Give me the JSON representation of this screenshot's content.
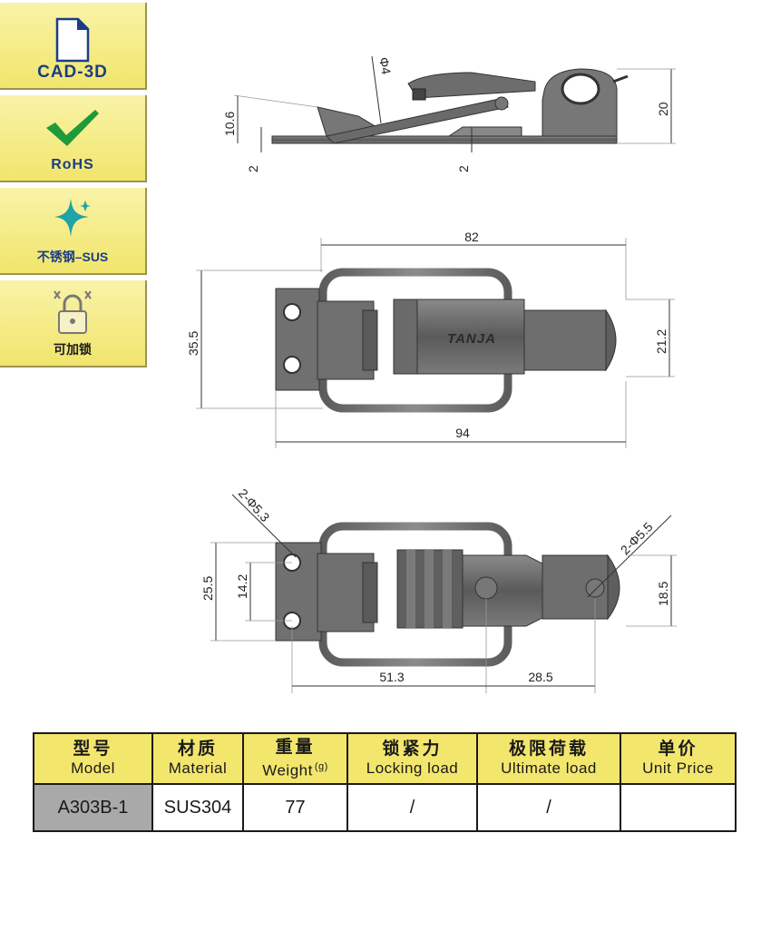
{
  "badges": {
    "cad": "CAD-3D",
    "rohs": "RoHS",
    "sus": "不锈钢–SUS",
    "lockable": "可加锁"
  },
  "colors": {
    "badge_fill": "#f3e66d",
    "badge_text": "#1b3d86",
    "check_green": "#1f9a3a",
    "star_teal": "#1fa4a8",
    "model_cell": "#a9a9a9"
  },
  "drawing": {
    "side_view": {
      "phi4": "Φ4",
      "d10_6": "10.6",
      "d2a": "2",
      "d2b": "2",
      "d20": "20"
    },
    "top_view": {
      "d82": "82",
      "d35_5": "35.5",
      "d21_2": "21.2",
      "d94": "94",
      "brand": "TANJA"
    },
    "bottom_view": {
      "hole_left": "2-Φ5.3",
      "hole_right": "2-Φ5.5",
      "d25_5": "25.5",
      "d14_2": "14.2",
      "d18_5": "18.5",
      "d51_3": "51.3",
      "d28_5": "28.5"
    }
  },
  "table": {
    "headers": [
      {
        "zh": "型号",
        "en": "Model"
      },
      {
        "zh": "材质",
        "en": "Material"
      },
      {
        "zh": "重量",
        "en": "Weight",
        "unit": "(g)"
      },
      {
        "zh": "锁紧力",
        "en": "Locking load"
      },
      {
        "zh": "极限荷载",
        "en": "Ultimate load"
      },
      {
        "zh": "单价",
        "en": "Unit Price"
      }
    ],
    "row": {
      "model": "A303B-1",
      "material": "SUS304",
      "weight": "77",
      "locking": "/",
      "ultimate": "/",
      "price": ""
    }
  }
}
